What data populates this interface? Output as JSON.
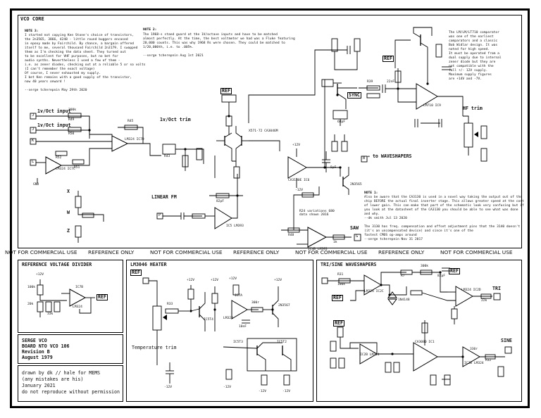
{
  "title": "VCO CORE",
  "notes": {
    "note3_title": "NOTE 3:",
    "note3_lines": [
      "I started not copying Ken Stone's choice of transistors,",
      "the 2n3565, 3866, 4248 - little round buggers encased",
      "in epoxy made by Fairchild. By chance, a bargain offered",
      "itself to me, several thousand Fairchild 2n3179. I swapped",
      "them as I'm checking the data sheet. They turned out",
      "to be excellent for VHF purposes, but no bet for",
      "audio synths. Nevertheless I used a few of them -",
      "i.e. as zener diodes, checking out at a reliable 5 or so volts",
      "(I can't remember the exact voltage)",
      "Of course, I never exhausted my supply.",
      "I bet Ken remains with a good supply of the transistor,",
      "now 40 years onward !"
    ],
    "note3_sign": "--serge tcherepnin May 29th 2020",
    "note2_title": "NOTE 2:",
    "note2_lines": [
      "The 1968-s stand guard at the 1V/octave inputs and have to be matched",
      "almost perfectly. At the time, the best voltmeter we had was a Fluke featuring",
      "20,000 counts. This was why 1968 Rs were chosen. They could be matched to",
      "1/20,000th, i.e. to .005%."
    ],
    "note2_sign": "--serge tcherepnin Aug 1st 2021",
    "note_lm_lines": [
      "The LM/LM/LT710 comparator",
      "was one of the earliest",
      "comparators and a classic",
      "Bob Widlar design. It was",
      "noted for high speed.",
      "It must be operated from a",
      "dual supply due to internal",
      "zener diode but they are",
      "not compatible with the",
      "full +/- 12V supply.",
      "Maximum supply figures",
      "are +14V and -7V."
    ],
    "note_ca_title": "NOTE 1:",
    "note_ca_lines": [
      "Also be aware that the CA3130 is used in a novel way taking the output out of the",
      "chip BEFORE the actual final inverter stage. This allows greater speed at the cost",
      "of lower gain. This can make that part of the schematic look very confusing but if",
      "you look at the datasheet of the CA3130 you should be able to see what was done",
      "and why.",
      "--dk smith Jul 13 2020"
    ],
    "note_ca_lines2": [
      "The 3130 has freq. compensation and offset adjustment pins that the 3140 doesn't",
      "(it's an uncompensated device) and since it's one of the",
      "fastest CMOS op-amps around",
      "--serge tcherepnin Nov 31 2017"
    ],
    "r24_note": "R24 variations 680\ndata shown 2016"
  },
  "vco": {
    "inputs": [
      "1v/Oct input",
      "1v/Oct input"
    ],
    "trim": "1v/Oct trim",
    "hf_trim": "HF trim",
    "linear_fm": "LINEAR FM",
    "wave_label": "→ to WAVESHAPERS",
    "sync": "SYNC",
    "saw": "SAW",
    "ref": "REF",
    "pins": [
      "J",
      "J",
      "K",
      "L",
      "P",
      "B",
      "G"
    ],
    "xyz": [
      "X",
      "W",
      "Z"
    ],
    "chips": [
      "LM324 IC7D",
      "LM324 IC7C",
      "LM324 IC7B",
      "CA3130E IC6",
      "LM710 IC9",
      "2N3565",
      "IC5 LM393",
      "X571-72 CA3046M",
      "IC4B LM393"
    ],
    "values": [
      "2.2K",
      "1412",
      "R45",
      "300k",
      "R49",
      "R50",
      "R51",
      "R52",
      "100k",
      "R43",
      "2k03",
      "R22",
      "R23",
      "1M",
      "22K",
      "R39",
      "R40",
      "R33",
      "6K8",
      "68pF",
      "22nF",
      "10pF",
      "R26",
      "100k",
      "R44",
      "5pF",
      "C9",
      "-12V",
      "+12V",
      "GND",
      "82pF",
      "R28",
      "4701",
      "47k",
      "R37",
      "R47",
      "R48",
      "200r",
      "1k",
      "R31"
    ]
  },
  "ref_panel": {
    "title": "REFERENCE VOLTAGE DIVIDER",
    "rail": "+12V",
    "ref": "REF",
    "chip": "LM324",
    "ic": "IC7B",
    "resistors": [
      "100k",
      "R14",
      "20k",
      "R15",
      "33k"
    ]
  },
  "info_panel": {
    "name": "SERGE VCO",
    "board": "BOARD NTO VCO 106",
    "rev": "Revision B",
    "date": "August 1979"
  },
  "credit": {
    "l1": "drawn by dk // hale for MEMS",
    "l2": "(any mistakes are his)",
    "l3": "January 2021",
    "l4": "do not reproduce without permission"
  },
  "heater_panel": {
    "title": "LM3046 HEATER",
    "ref": "REF",
    "temp": "Temperature trim",
    "chip": "LM324",
    "ic": "IC7A",
    "transistor": "2N3567",
    "rails": [
      "+12V",
      "+12V",
      "+12V",
      "+12V",
      "-12V",
      "-12V",
      "-12V",
      "-12V"
    ],
    "parts": [
      "R33",
      "200k",
      "R21",
      "R20",
      "100k",
      "IC5T4",
      "IC5T3",
      "IC5T2",
      "Q5",
      "R29",
      "300r",
      "47k",
      "10nF",
      "C14",
      "GND"
    ]
  },
  "tri_panel": {
    "title": "TRI/SINE WAVESHAPERS",
    "ref": "REF",
    "tri": "TRI",
    "sine": "SINE",
    "chips": [
      "LM324 IC2C",
      "LM324 IC2D",
      "IC2B LM324",
      "CA3080 IC1",
      "IC2B LM324"
    ],
    "parts": [
      "4701",
      "R7",
      "4701",
      "R8",
      "300k",
      "R2",
      "R31",
      "100k",
      "R9",
      "100k",
      "82pF",
      "C1",
      "1N4148",
      "D2",
      "D1",
      "R11",
      "27k",
      "33k",
      "R4",
      "R8",
      "22k",
      "R1",
      "330r",
      "R34",
      "300k",
      "R32",
      "R13",
      "200r",
      "10k",
      "R12"
    ]
  },
  "banner": {
    "items": [
      "NOT FOR COMMERCIAL USE",
      "REFERENCE ONLY",
      "NOT FOR COMMERCIAL USE",
      "REFERENCE ONLY",
      "NOT FOR COMMERCIAL USE",
      "REFERENCE ONLY",
      "NOT FOR COMMERCIAL USE"
    ]
  }
}
